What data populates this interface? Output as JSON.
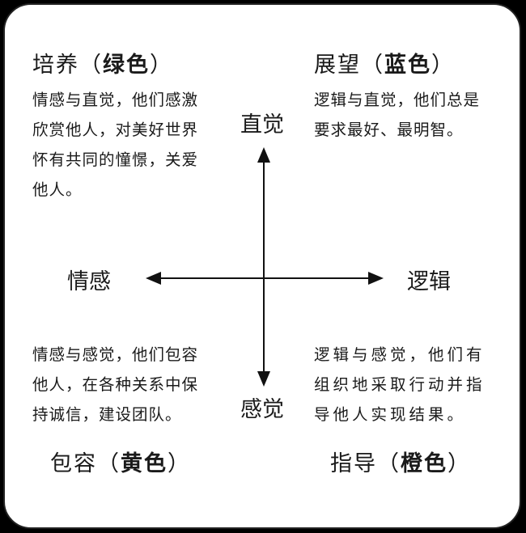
{
  "quadrants": {
    "top_left": {
      "name": "培养",
      "open": "（",
      "color": "绿色",
      "close": "）",
      "lines": [
        "情感与直觉，他们感激",
        "欣赏他人，对美好世界",
        "怀有共同的憧憬，关爱",
        "他人。"
      ]
    },
    "top_right": {
      "name": "展望",
      "open": "（",
      "color": "蓝色",
      "close": "）",
      "lines": [
        "逻辑与直觉，他们总是",
        "要求最好、最明智。"
      ]
    },
    "bottom_left": {
      "name": "包容",
      "open": "（",
      "color": "黄色",
      "close": "）",
      "lines": [
        "情感与感觉，他们包容",
        "他人，在各种关系中保",
        "持诚信，建设团队。"
      ]
    },
    "bottom_right": {
      "name": "指导",
      "open": "（",
      "color": "橙色",
      "close": "）",
      "lines": [
        "逻辑与感觉，他们有",
        "组织地采取行动并指",
        "导他人实现结果。"
      ]
    }
  },
  "axes": {
    "top": "直觉",
    "bottom": "感觉",
    "left": "情感",
    "right": "逻辑"
  }
}
